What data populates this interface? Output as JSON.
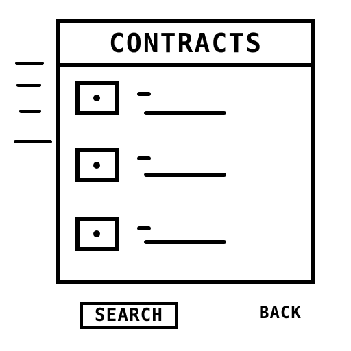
{
  "window": {
    "title": "CONTRACTS"
  },
  "contracts": [
    {},
    {},
    {}
  ],
  "controls": {
    "search_label": "SEARCH",
    "back_label": "BACK"
  }
}
